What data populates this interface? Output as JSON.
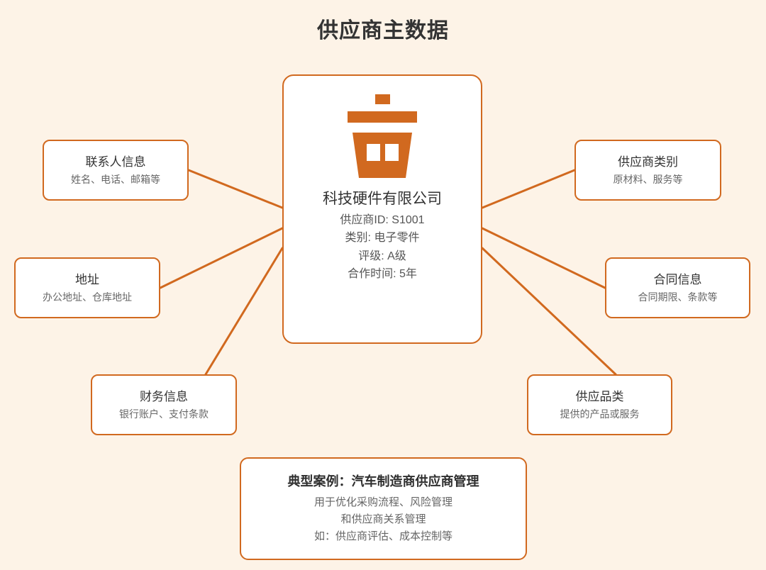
{
  "page": {
    "title": "供应商主数据",
    "background_color": "#fdf3e7",
    "accent_color": "#d1691f"
  },
  "center": {
    "icon": "factory-warehouse-icon",
    "name": "科技硬件有限公司",
    "lines": [
      "供应商ID: S1001",
      "类别: 电子零件",
      "评级: A级",
      "合作时间: 5年"
    ]
  },
  "nodes": [
    {
      "id": "contact",
      "title": "联系人信息",
      "subtitle": "姓名、电话、邮箱等"
    },
    {
      "id": "address",
      "title": "地址",
      "subtitle": "办公地址、仓库地址"
    },
    {
      "id": "finance",
      "title": "财务信息",
      "subtitle": "银行账户、支付条款"
    },
    {
      "id": "category",
      "title": "供应商类别",
      "subtitle": "原材料、服务等"
    },
    {
      "id": "contract",
      "title": "合同信息",
      "subtitle": "合同期限、条款等"
    },
    {
      "id": "products",
      "title": "供应品类",
      "subtitle": "提供的产品或服务"
    }
  ],
  "case_box": {
    "title": "典型案例：汽车制造商供应商管理",
    "lines": [
      "用于优化采购流程、风险管理",
      "和供应商关系管理",
      "如：供应商评估、成本控制等"
    ]
  }
}
